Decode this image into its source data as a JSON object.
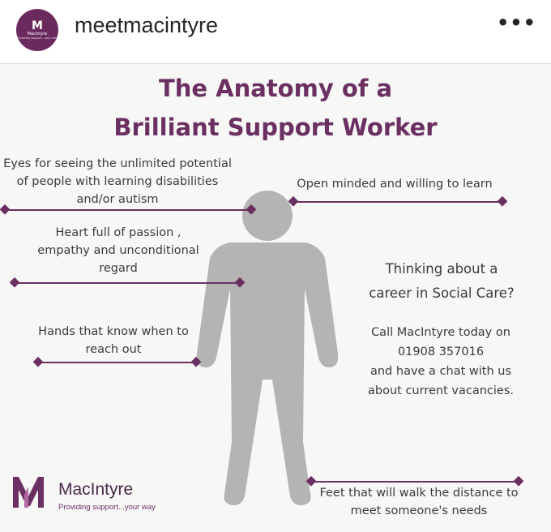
{
  "account": {
    "username": "meetmacintyre",
    "avatar_text": "MacIntyre",
    "avatar_tagline": "Providing support...your way",
    "more_label": "•••"
  },
  "infographic": {
    "title_line1": "The Anatomy of a",
    "title_line2": "Brilliant Support Worker",
    "eyes": [
      "Eyes for seeing the unlimited potential",
      "of people with learning disabilities",
      "and/or autism"
    ],
    "open_minded": "Open minded and willing to learn",
    "heart": [
      "Heart full of passion ,",
      "empathy and unconditional",
      "regard"
    ],
    "hands": [
      "Hands that know when to",
      "reach out"
    ],
    "feet": [
      "Feet that will walk the distance to",
      "meet someone's needs"
    ],
    "cta_question": [
      "Thinking about a",
      "career in Social Care?"
    ],
    "cta_call": [
      "Call MacIntyre today on",
      "01908 357016",
      "and have a chat with us",
      "about current vacancies."
    ],
    "logo_name": "MacIntyre",
    "logo_tagline": "Providing support...your way"
  },
  "colors": {
    "brand_purple": "#6b2f62",
    "figure_gray": "#b4b4b4",
    "text_dark": "#3b3b3b"
  }
}
